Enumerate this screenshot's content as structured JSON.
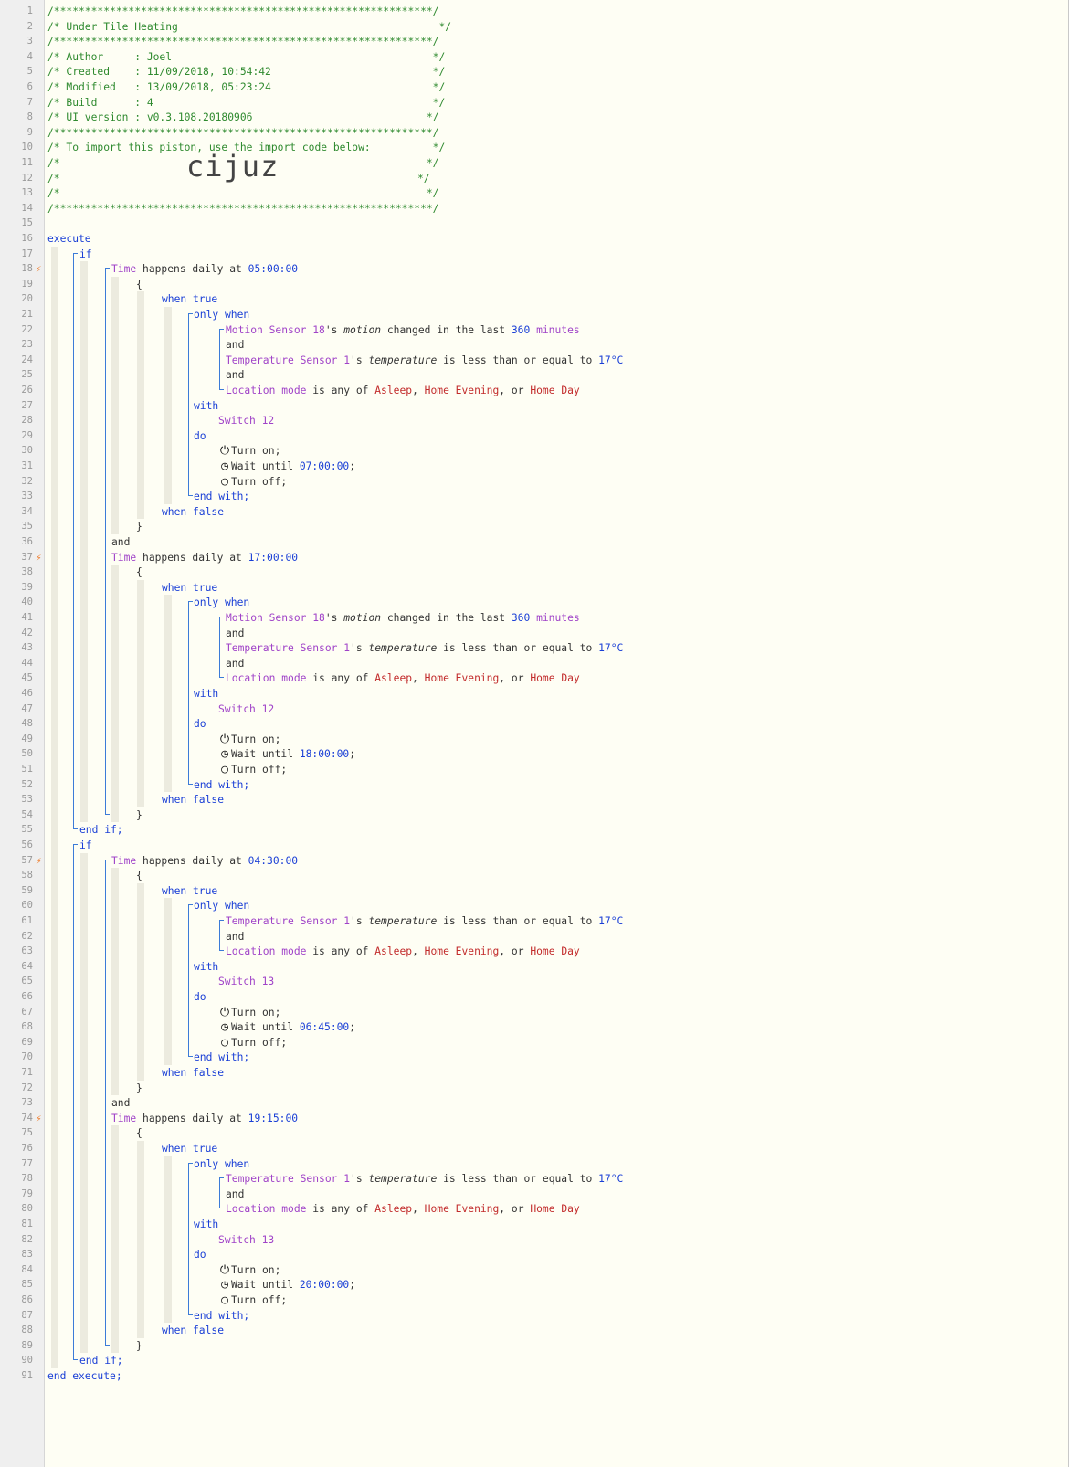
{
  "header": {
    "border": "/*************************************************************/",
    "title": "/* Under Tile Heating                                          */",
    "author": "/* Author     : Joel                                          */",
    "created": "/* Created    : 11/09/2018, 10:54:42                          */",
    "modified": "/* Modified   : 13/09/2018, 05:23:24                          */",
    "build": "/* Build      : 4                                             */",
    "ui_version": "/* UI version : v0.3.108.20180906                            */",
    "import_line": "/* To import this piston, use the import code below:          */",
    "blank": "/*                                                           */",
    "import_prefix": "/*",
    "import_code": "cijuz",
    "import_suffix": "*/"
  },
  "keywords": {
    "execute": "execute",
    "end_execute": "end execute;",
    "if": "if",
    "end_if": "end if;",
    "and": "and",
    "brace_open": "{",
    "brace_close": "}",
    "when_true": "when true",
    "when_false": "when false",
    "only_when": "only when",
    "with": "with",
    "do": "do",
    "end_with": "end with;"
  },
  "text": {
    "time": "Time",
    "happens_daily_at": " happens daily at ",
    "motion_sensor": "Motion Sensor 18",
    "s_": "'s ",
    "motion": "motion",
    "changed_in_last": " changed in the last ",
    "minutes_360": "360",
    "minutes": " minutes",
    "temp_sensor": "Temperature Sensor 1",
    "temperature": "temperature",
    "less_equal": " is less than or equal to ",
    "temp_value": "17°C",
    "location_mode": "Location mode",
    "is_any_of": " is any of ",
    "asleep": "Asleep",
    "comma": ", ",
    "home_evening": "Home Evening",
    "or": ", or ",
    "home_day": "Home Day",
    "turn_on": "Turn on;",
    "wait_until": "Wait until ",
    "semicolon": ";",
    "turn_off": "Turn off;",
    "switch_12": "Switch 12",
    "switch_13": "Switch 13"
  },
  "times": {
    "t1": "05:00:00",
    "t1_wait": "07:00:00",
    "t2": "17:00:00",
    "t2_wait": "18:00:00",
    "t3": "04:30:00",
    "t3_wait": "06:45:00",
    "t4": "19:15:00",
    "t4_wait": "20:00:00"
  },
  "icons": {
    "power": "power-icon",
    "clock": "clock-icon",
    "off": "circle-off-icon",
    "trigger": "lightning-bolt-icon"
  },
  "colors": {
    "background": "#fefef4",
    "comment": "#2f8a2f",
    "keyword": "#1a3fd6",
    "device": "#a043c8",
    "value": "#c22b2b",
    "trigger": "#f07c2a"
  }
}
